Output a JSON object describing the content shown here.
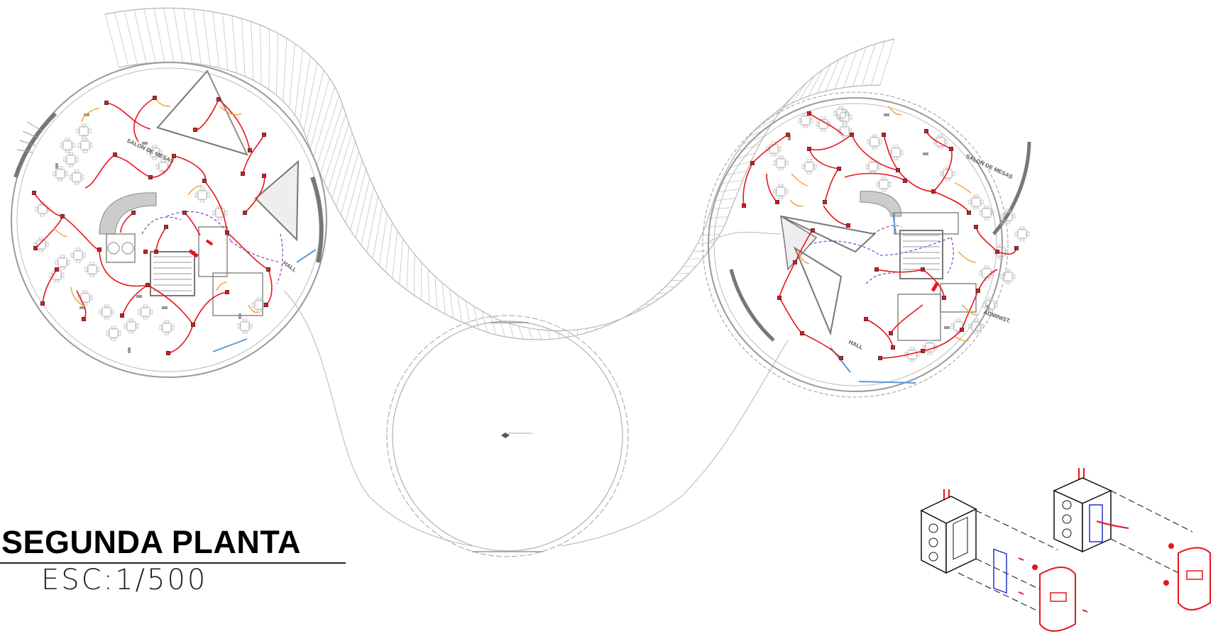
{
  "drawing": {
    "title": "SEGUNDA PLANTA",
    "scale": "ESC:1/500"
  },
  "rooms": {
    "left_dining": "SALON DE MESAS",
    "left_hall": "HALL",
    "right_dining": "SALON DE MESAS",
    "right_admin": "ADMINIST.",
    "right_hall": "HALL"
  },
  "colors": {
    "circuit": "#e8141b",
    "switch_leg": "#f0a030",
    "dashed_circuit": "#8a3cc8",
    "wall": "#888888",
    "glazing": "#5b9bd5",
    "device_box": "#2233cc",
    "outline": "#aaaaaa"
  },
  "icons": {
    "outlet": "outlet-icon",
    "luminaire": "luminaire-icon",
    "switch": "switch-icon",
    "table": "table-icon"
  }
}
